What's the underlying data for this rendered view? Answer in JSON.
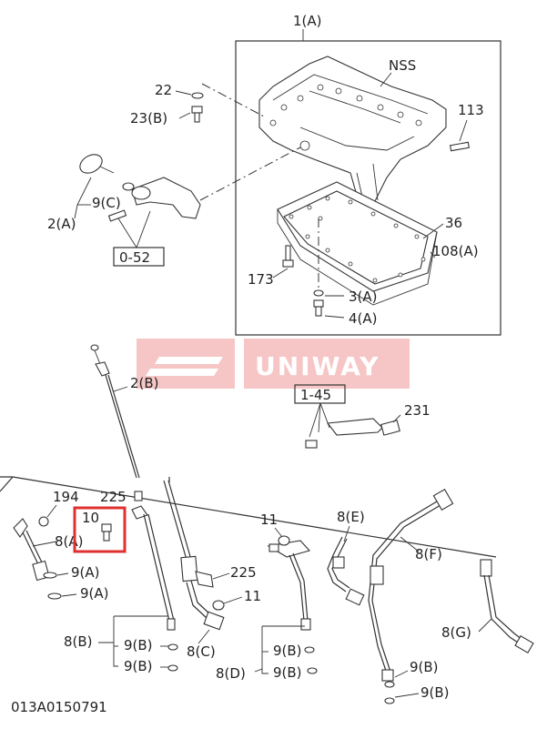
{
  "diagram": {
    "footer_code": "013A0150791",
    "watermark": {
      "text": "UNIWAY",
      "bg_color": "#f6c6c6",
      "text_color": "#ffffff"
    },
    "highlight_color": "#e03030",
    "callouts": {
      "c_1a": "1(A)",
      "c_nss": "NSS",
      "c_22": "22",
      "c_23b": "23(B)",
      "c_113": "113",
      "c_9c": "9(C)",
      "c_2a": "2(A)",
      "c_052": "0-52",
      "c_36": "36",
      "c_108a": "108(A)",
      "c_173": "173",
      "c_3a": "3(A)",
      "c_4a": "4(A)",
      "c_2b": "2(B)",
      "c_145": "1-45",
      "c_231": "231",
      "c_194": "194",
      "c_225a": "225",
      "c_10": "10",
      "c_8a": "8(A)",
      "c_9a1": "9(A)",
      "c_9a2": "9(A)",
      "c_11a": "11",
      "c_8e": "8(E)",
      "c_8f": "8(F)",
      "c_225b": "225",
      "c_11b": "11",
      "c_8b": "8(B)",
      "c_9b1": "9(B)",
      "c_9b2": "9(B)",
      "c_8c": "8(C)",
      "c_9b3": "9(B)",
      "c_9b4": "9(B)",
      "c_8d": "8(D)",
      "c_8g": "8(G)",
      "c_9b5": "9(B)",
      "c_9b6": "9(B)"
    }
  }
}
